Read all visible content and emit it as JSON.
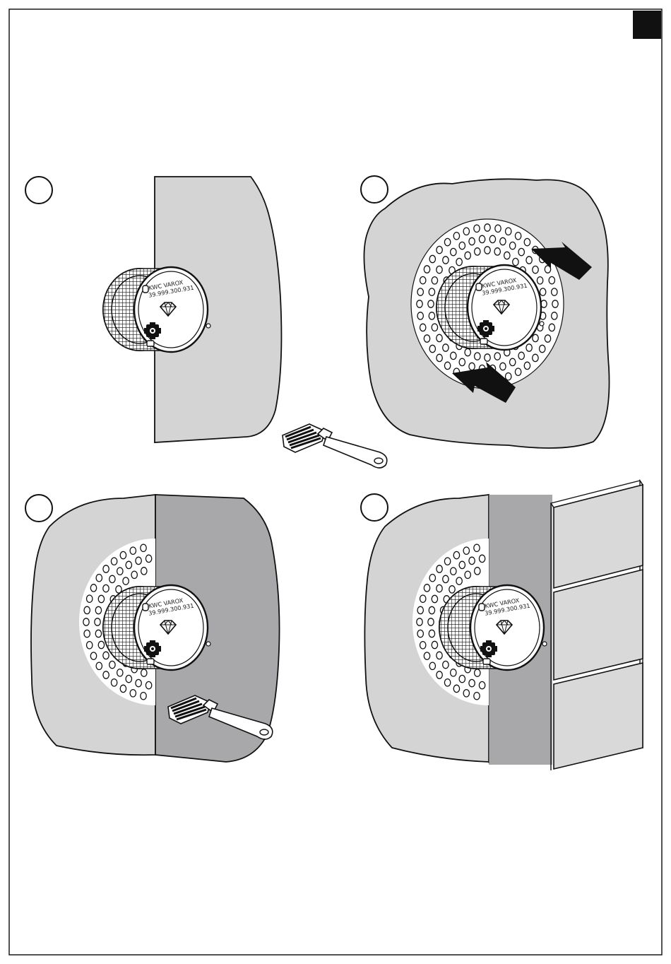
{
  "device": {
    "brand_line": "KWC VAROX",
    "part_number": "39.999.300.931"
  },
  "steps": [
    {
      "id": "step-1",
      "marker": ""
    },
    {
      "id": "step-2",
      "marker": ""
    },
    {
      "id": "step-3",
      "marker": ""
    },
    {
      "id": "step-4",
      "marker": ""
    }
  ],
  "colors": {
    "frame": "#1a1a1a",
    "wall_light": "#d4d4d4",
    "wall_dark": "#a8a8aa",
    "corner_tab": "#111111",
    "tile_fill": "#d9d9d9",
    "device_face": "#ffffff"
  },
  "icons": [
    "brush-icon",
    "arrow-icon",
    "diamond-logo-icon",
    "gear-symbol-icon"
  ]
}
